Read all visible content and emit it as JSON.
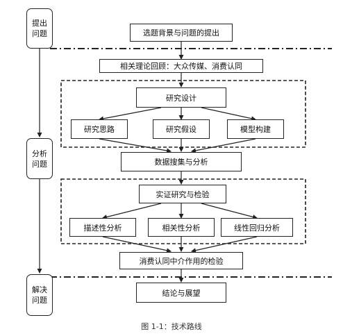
{
  "stages": {
    "raise": "提出问题",
    "analyze": "分析问题",
    "solve": "解决问题"
  },
  "nodes": {
    "topic": "选题背景与问题的提出",
    "theory": "相关理论回顾：大众传媒、消费认同",
    "design": "研究设计",
    "idea": "研究思路",
    "hypothesis": "研究假设",
    "model": "模型构建",
    "data": "数据搜集与分析",
    "empirical": "实证研究与检验",
    "descriptive": "描述性分析",
    "correlation": "相关性分析",
    "regression": "线性回归分析",
    "mediation": "消费认同中介作用的检验",
    "conclusion": "结论与展望"
  },
  "caption": "图 1-1：技术路线"
}
